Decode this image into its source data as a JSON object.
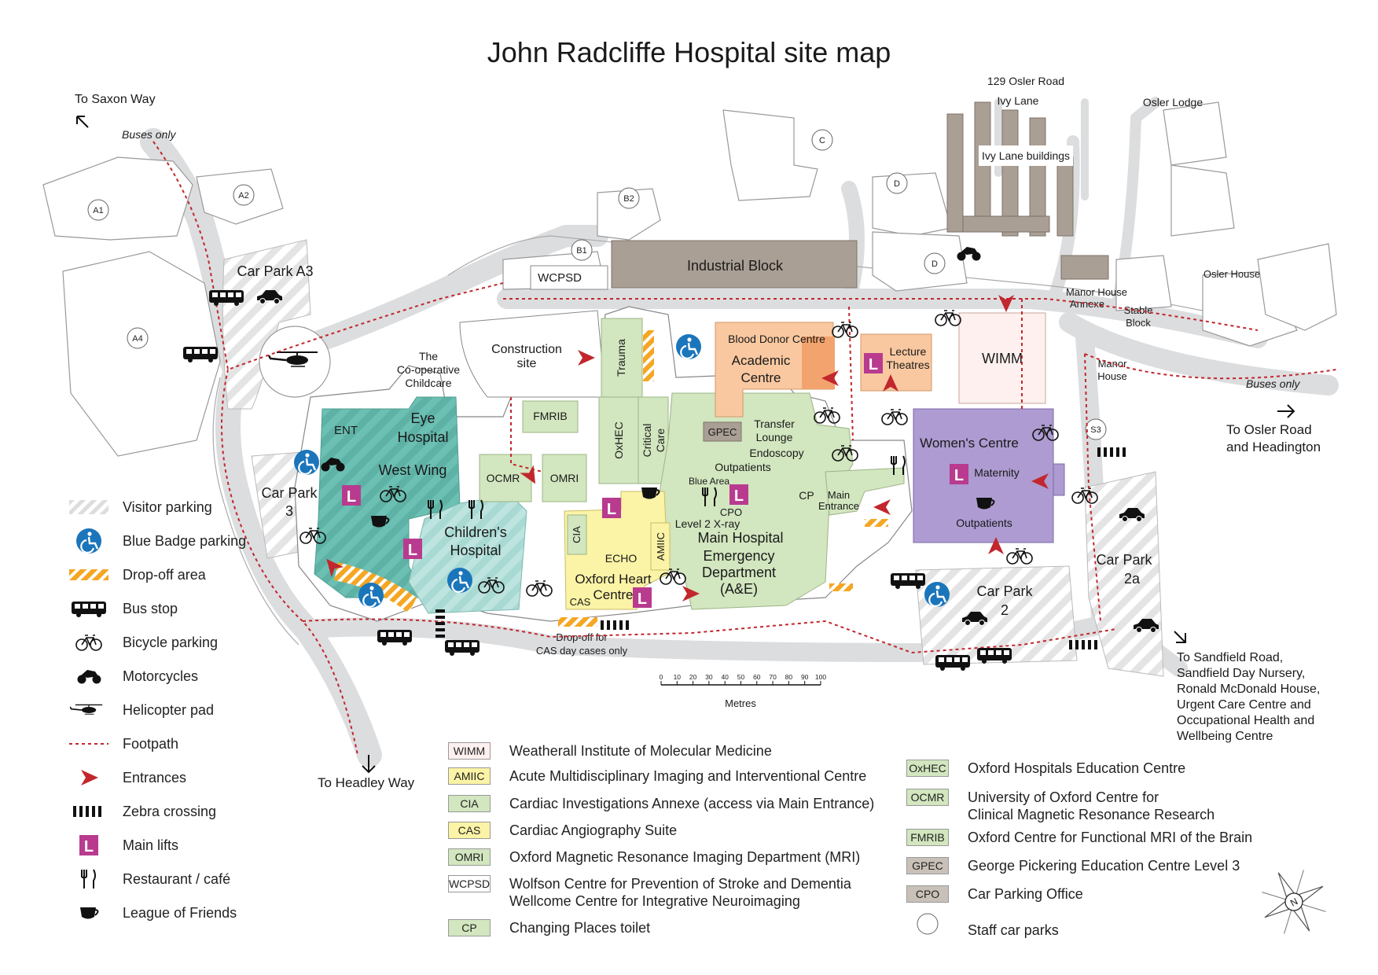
{
  "title": "John Radcliffe Hospital site map",
  "directions": {
    "saxon": "To Saxon Way",
    "buses_only_1": "Buses only",
    "buses_only_2": "Buses only",
    "osler": [
      "To Osler Road",
      "and Headington"
    ],
    "headley": "To Headley Way",
    "sandfield": [
      "To Sandfield Road,",
      "Sandfield Day Nursery,",
      "Ronald McDonald House,",
      "Urgent Care Centre and",
      "Occupational Health and",
      "Wellbeing Centre"
    ]
  },
  "buildings": {
    "industrial": "Industrial Block",
    "wcpsd": "WCPSD",
    "construction": [
      "Construction",
      "site"
    ],
    "coop": [
      "The",
      "Co-operative",
      "Childcare"
    ],
    "eye": [
      "Eye",
      "Hospital"
    ],
    "ent": "ENT",
    "west_wing": "West Wing",
    "childrens": [
      "Children's",
      "Hospital"
    ],
    "fmrib": "FMRIB",
    "ocmr": "OCMR",
    "omri": "OMRI",
    "trauma": "Trauma",
    "oxhec": "OxHEC",
    "critical": [
      "Critical",
      "Care"
    ],
    "blood_donor": "Blood Donor Centre",
    "academic": [
      "Academic",
      "Centre"
    ],
    "lecture": [
      "Lecture",
      "Theatres"
    ],
    "wimm": "WIMM",
    "gpec": "GPEC",
    "transfer": [
      "Transfer",
      "Lounge"
    ],
    "endoscopy": "Endoscopy",
    "outpatients": "Outpatients",
    "blue_area": "Blue Area",
    "cpo": "CPO",
    "level2": "Level 2 X-ray",
    "main_hospital": "Main Hospital",
    "emergency": [
      "Emergency",
      "Department",
      "(A&E)"
    ],
    "cp": "CP",
    "main_entrance": [
      "Main",
      "Entrance"
    ],
    "cia": "CIA",
    "echo": "ECHO",
    "amiic": "AMIIC",
    "oxford_heart": [
      "Oxford Heart",
      "Centre"
    ],
    "cas": "CAS",
    "dropoff_cas": [
      "Drop-off for",
      "CAS day cases only"
    ],
    "womens": "Women's Centre",
    "maternity": "Maternity",
    "womens_outpatients": "Outpatients",
    "osler_road_129": "129 Osler Road",
    "ivy_lane": "Ivy Lane",
    "ivy_buildings": "Ivy Lane buildings",
    "osler_lodge": "Osler Lodge",
    "manor_annexe": [
      "Manor House",
      "Annexe"
    ],
    "stable": [
      "Stable",
      "Block"
    ],
    "manor_house": [
      "Manor",
      "House"
    ],
    "osler_house": "Osler House",
    "car_park_a3": "Car Park A3",
    "car_park_3": [
      "Car Park",
      "3"
    ],
    "car_park_2": [
      "Car Park",
      "2"
    ],
    "car_park_2a": [
      "Car Park",
      "2a"
    ]
  },
  "staff_parks": [
    "A1",
    "A2",
    "A4",
    "B1",
    "B2",
    "C",
    "D",
    "D",
    "S3"
  ],
  "scale": {
    "ticks": [
      "0",
      "10",
      "20",
      "30",
      "40",
      "50",
      "60",
      "70",
      "80",
      "90",
      "100"
    ],
    "unit": "Metres"
  },
  "legend": [
    {
      "icon": "visitor-parking-icon",
      "label": "Visitor parking"
    },
    {
      "icon": "blue-badge-icon",
      "label": "Blue Badge parking"
    },
    {
      "icon": "drop-off-icon",
      "label": "Drop-off area"
    },
    {
      "icon": "bus-icon",
      "label": "Bus stop"
    },
    {
      "icon": "bicycle-icon",
      "label": "Bicycle parking"
    },
    {
      "icon": "motorcycle-icon",
      "label": "Motorcycles"
    },
    {
      "icon": "helicopter-icon",
      "label": "Helicopter pad"
    },
    {
      "icon": "footpath-icon",
      "label": "Footpath"
    },
    {
      "icon": "entrance-arrow-icon",
      "label": "Entrances"
    },
    {
      "icon": "zebra-icon",
      "label": "Zebra crossing"
    },
    {
      "icon": "lift-icon",
      "label": "Main lifts",
      "glyph": "L"
    },
    {
      "icon": "restaurant-icon",
      "label": "Restaurant / café"
    },
    {
      "icon": "cup-icon",
      "label": "League of Friends"
    }
  ],
  "abbreviations_left": [
    {
      "abbr": "WIMM",
      "text": [
        "Weatherall Institute of Molecular Medicine"
      ],
      "color": "#fdf0ee"
    },
    {
      "abbr": "AMIIC",
      "text": [
        "Acute Multidisciplinary Imaging and Interventional Centre"
      ],
      "color": "#fbf3a5"
    },
    {
      "abbr": "CIA",
      "text": [
        "Cardiac Investigations Annexe (access via Main Entrance)"
      ],
      "color": "#d2e6bf"
    },
    {
      "abbr": "CAS",
      "text": [
        "Cardiac Angiography Suite"
      ],
      "color": "#fbf3a5"
    },
    {
      "abbr": "OMRI",
      "text": [
        "Oxford Magnetic Resonance Imaging Department (MRI)"
      ],
      "color": "#d2e6bf"
    },
    {
      "abbr": "WCPSD",
      "text": [
        "Wolfson Centre for Prevention of Stroke and Dementia",
        "Wellcome Centre for Integrative Neuroimaging"
      ],
      "color": "#ffffff"
    },
    {
      "abbr": "CP",
      "text": [
        "Changing Places toilet"
      ],
      "color": "#d2e6bf"
    }
  ],
  "abbreviations_right": [
    {
      "abbr": "OxHEC",
      "text": [
        "Oxford Hospitals Education Centre"
      ],
      "color": "#d2e6bf"
    },
    {
      "abbr": "OCMR",
      "text": [
        "University of Oxford Centre for",
        "Clinical Magnetic Resonance Research"
      ],
      "color": "#d2e6bf"
    },
    {
      "abbr": "FMRIB",
      "text": [
        "Oxford Centre for Functional MRI of the Brain"
      ],
      "color": "#d2e6bf"
    },
    {
      "abbr": "GPEC",
      "text": [
        "George Pickering Education Centre Level 3"
      ],
      "color": "#c9c1b8"
    },
    {
      "abbr": "CPO",
      "text": [
        "Car Parking Office"
      ],
      "color": "#c9c1b8"
    },
    {
      "abbr": "",
      "text": [
        "Staff car parks"
      ],
      "color": "#ffffff",
      "circle": true
    }
  ],
  "colors": {
    "road": "#e2e3e4",
    "building": "#ffffff",
    "eye": "#6cbfb3",
    "childrens": "#bde4df",
    "green": "#d2e6bf",
    "orange": "#f9c8a0",
    "orange_dark": "#f3a36d",
    "yellow": "#fbf3a5",
    "purple": "#ad9bd1",
    "wimm": "#fdf0ee",
    "brown": "#aa9f94",
    "lift": "#b83b8f",
    "footpath": "#c1272d",
    "entrance": "#c1272d",
    "blue_badge": "#1b75bb",
    "dropoff": "#f5a623"
  }
}
